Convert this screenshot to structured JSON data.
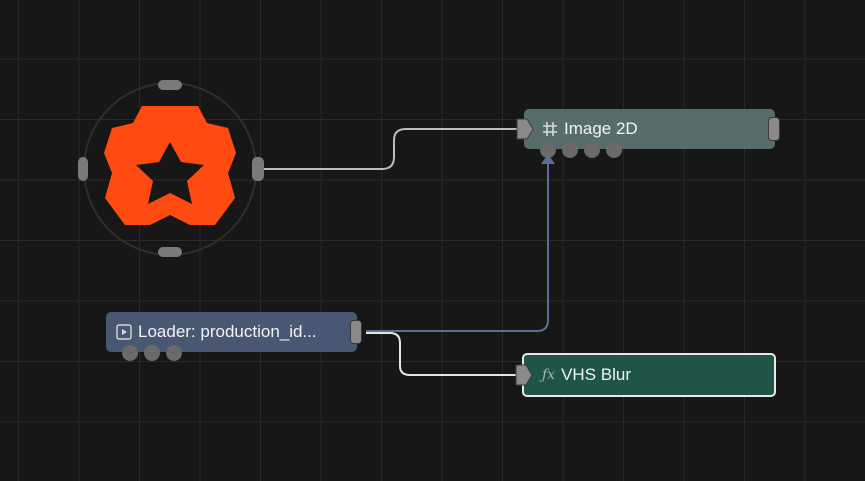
{
  "canvas": {
    "background": "#171717",
    "grid_color": "#2a2a2a"
  },
  "nodes": {
    "image2d": {
      "label": "Image 2D",
      "icon": "hash-icon",
      "color": "#566d6c"
    },
    "loader": {
      "label": "Loader: production_id...",
      "icon": "play-icon",
      "color": "#4a5772"
    },
    "vhs_blur": {
      "label": "VHS Blur",
      "icon": "fx-icon",
      "color": "#1f5548"
    }
  },
  "logo": {
    "name": "star-gear-logo-icon",
    "color": "#ff4a12"
  },
  "wires": {
    "logo_to_image": "#bdbdbd",
    "loader_to_image": "#5a6f93",
    "loader_to_blur": "#e6e6e6"
  }
}
